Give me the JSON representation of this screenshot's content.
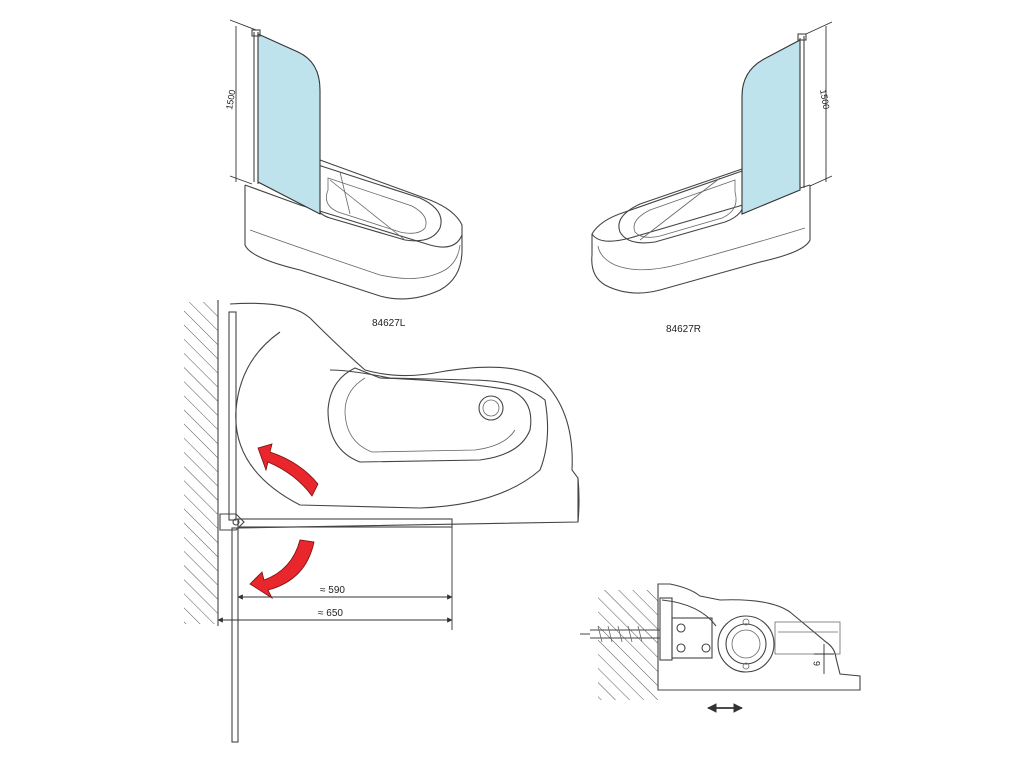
{
  "labels": {
    "model_left": "84627L",
    "model_right": "84627R",
    "height_left": "1500",
    "height_right": "1500",
    "dim_inner": "≈ 590",
    "dim_outer": "≈ 650",
    "dim_detail": "6"
  },
  "colors": {
    "glass": "#bfe3ec",
    "rotation_arrows": "#e8262b"
  },
  "icons": [
    "rotation-arrow-icon",
    "double-arrow-icon"
  ]
}
